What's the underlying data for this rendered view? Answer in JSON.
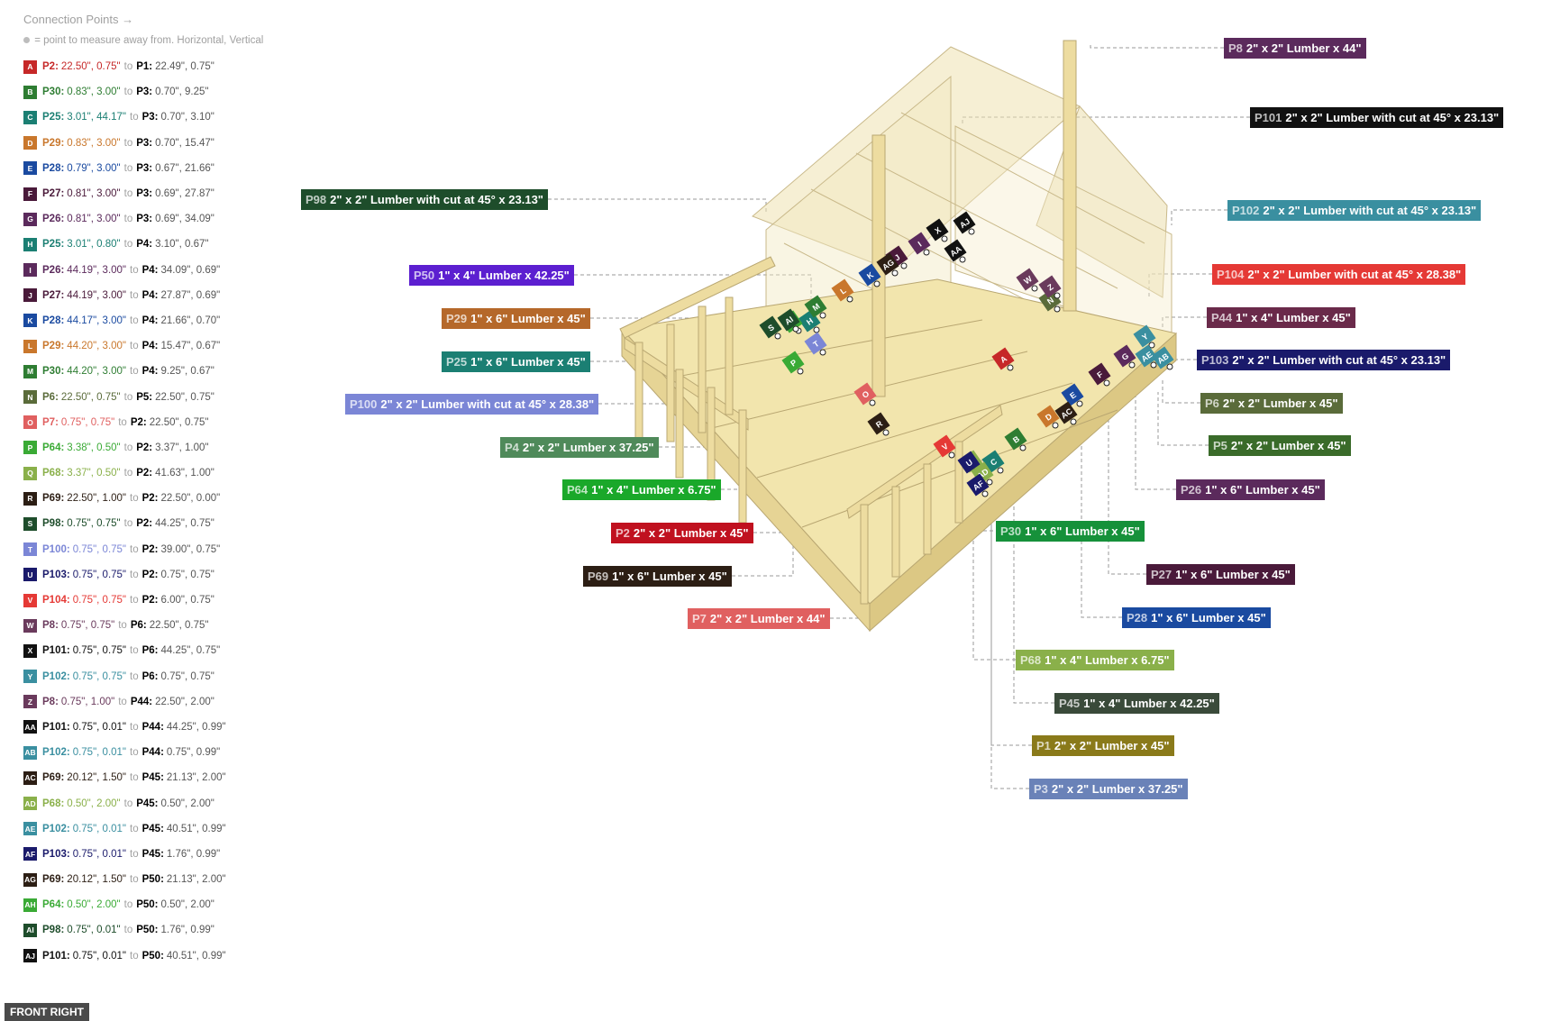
{
  "sidebar": {
    "title": "Connection Points →",
    "note": "= point to measure away from. Horizontal, Vertical",
    "to_word": "to",
    "connections": [
      {
        "tag": "A",
        "color": "#c62828",
        "p1": "P2:",
        "v1": "22.50\", 0.75\"",
        "p2": "P1:",
        "v2": "22.49\", 0.75\""
      },
      {
        "tag": "B",
        "color": "#2e7d32",
        "p1": "P30:",
        "v1": "0.83\", 3.00\"",
        "p2": "P3:",
        "v2": "0.70\", 9.25\""
      },
      {
        "tag": "C",
        "color": "#1b7f73",
        "p1": "P25:",
        "v1": "3.01\", 44.17\"",
        "p2": "P3:",
        "v2": "0.70\", 3.10\""
      },
      {
        "tag": "D",
        "color": "#c9772c",
        "p1": "P29:",
        "v1": "0.83\", 3.00\"",
        "p2": "P3:",
        "v2": "0.70\", 15.47\""
      },
      {
        "tag": "E",
        "color": "#1a4aa0",
        "p1": "P28:",
        "v1": "0.79\", 3.00\"",
        "p2": "P3:",
        "v2": "0.67\", 21.66\""
      },
      {
        "tag": "F",
        "color": "#4a1a3a",
        "p1": "P27:",
        "v1": "0.81\", 3.00\"",
        "p2": "P3:",
        "v2": "0.69\", 27.87\""
      },
      {
        "tag": "G",
        "color": "#5b2a5c",
        "p1": "P26:",
        "v1": "0.81\", 3.00\"",
        "p2": "P3:",
        "v2": "0.69\", 34.09\""
      },
      {
        "tag": "H",
        "color": "#1b7f73",
        "p1": "P25:",
        "v1": "3.01\", 0.80\"",
        "p2": "P4:",
        "v2": "3.10\", 0.67\""
      },
      {
        "tag": "I",
        "color": "#5b2a5c",
        "p1": "P26:",
        "v1": "44.19\", 3.00\"",
        "p2": "P4:",
        "v2": "34.09\", 0.69\""
      },
      {
        "tag": "J",
        "color": "#4a1a3a",
        "p1": "P27:",
        "v1": "44.19\", 3.00\"",
        "p2": "P4:",
        "v2": "27.87\", 0.69\""
      },
      {
        "tag": "K",
        "color": "#1a4aa0",
        "p1": "P28:",
        "v1": "44.17\", 3.00\"",
        "p2": "P4:",
        "v2": "21.66\", 0.70\""
      },
      {
        "tag": "L",
        "color": "#c9772c",
        "p1": "P29:",
        "v1": "44.20\", 3.00\"",
        "p2": "P4:",
        "v2": "15.47\", 0.67\""
      },
      {
        "tag": "M",
        "color": "#2e7d32",
        "p1": "P30:",
        "v1": "44.20\", 3.00\"",
        "p2": "P4:",
        "v2": "9.25\", 0.67\""
      },
      {
        "tag": "N",
        "color": "#5a6b3a",
        "p1": "P6:",
        "v1": "22.50\", 0.75\"",
        "p2": "P5:",
        "v2": "22.50\", 0.75\""
      },
      {
        "tag": "O",
        "color": "#e06060",
        "p1": "P7:",
        "v1": "0.75\", 0.75\"",
        "p2": "P2:",
        "v2": "22.50\", 0.75\""
      },
      {
        "tag": "P",
        "color": "#3aaa35",
        "p1": "P64:",
        "v1": "3.38\", 0.50\"",
        "p2": "P2:",
        "v2": "3.37\", 1.00\""
      },
      {
        "tag": "Q",
        "color": "#8ab04a",
        "p1": "P68:",
        "v1": "3.37\", 0.50\"",
        "p2": "P2:",
        "v2": "41.63\", 1.00\""
      },
      {
        "tag": "R",
        "color": "#2c1e14",
        "p1": "P69:",
        "v1": "22.50\", 1.00\"",
        "p2": "P2:",
        "v2": "22.50\", 0.00\""
      },
      {
        "tag": "S",
        "color": "#1e4d2b",
        "p1": "P98:",
        "v1": "0.75\", 0.75\"",
        "p2": "P2:",
        "v2": "44.25\", 0.75\""
      },
      {
        "tag": "T",
        "color": "#7b86d6",
        "p1": "P100:",
        "v1": "0.75\", 0.75\"",
        "p2": "P2:",
        "v2": "39.00\", 0.75\""
      },
      {
        "tag": "U",
        "color": "#1a1a6b",
        "p1": "P103:",
        "v1": "0.75\", 0.75\"",
        "p2": "P2:",
        "v2": "0.75\", 0.75\""
      },
      {
        "tag": "V",
        "color": "#e53935",
        "p1": "P104:",
        "v1": "0.75\", 0.75\"",
        "p2": "P2:",
        "v2": "6.00\", 0.75\""
      },
      {
        "tag": "W",
        "color": "#6a3a5c",
        "p1": "P8:",
        "v1": "0.75\", 0.75\"",
        "p2": "P6:",
        "v2": "22.50\", 0.75\""
      },
      {
        "tag": "X",
        "color": "#111111",
        "p1": "P101:",
        "v1": "0.75\", 0.75\"",
        "p2": "P6:",
        "v2": "44.25\", 0.75\""
      },
      {
        "tag": "Y",
        "color": "#3a8fa0",
        "p1": "P102:",
        "v1": "0.75\", 0.75\"",
        "p2": "P6:",
        "v2": "0.75\", 0.75\""
      },
      {
        "tag": "Z",
        "color": "#6a3a5c",
        "p1": "P8:",
        "v1": "0.75\", 1.00\"",
        "p2": "P44:",
        "v2": "22.50\", 2.00\""
      },
      {
        "tag": "AA",
        "color": "#111111",
        "p1": "P101:",
        "v1": "0.75\", 0.01\"",
        "p2": "P44:",
        "v2": "44.25\", 0.99\""
      },
      {
        "tag": "AB",
        "color": "#3a8fa0",
        "p1": "P102:",
        "v1": "0.75\", 0.01\"",
        "p2": "P44:",
        "v2": "0.75\", 0.99\""
      },
      {
        "tag": "AC",
        "color": "#2c1e14",
        "p1": "P69:",
        "v1": "20.12\", 1.50\"",
        "p2": "P45:",
        "v2": "21.13\", 2.00\""
      },
      {
        "tag": "AD",
        "color": "#8ab04a",
        "p1": "P68:",
        "v1": "0.50\", 2.00\"",
        "p2": "P45:",
        "v2": "0.50\", 2.00\""
      },
      {
        "tag": "AE",
        "color": "#3a8fa0",
        "p1": "P102:",
        "v1": "0.75\", 0.01\"",
        "p2": "P45:",
        "v2": "40.51\", 0.99\""
      },
      {
        "tag": "AF",
        "color": "#1a1a6b",
        "p1": "P103:",
        "v1": "0.75\", 0.01\"",
        "p2": "P45:",
        "v2": "1.76\", 0.99\""
      },
      {
        "tag": "AG",
        "color": "#2c1e14",
        "p1": "P69:",
        "v1": "20.12\", 1.50\"",
        "p2": "P50:",
        "v2": "21.13\", 2.00\""
      },
      {
        "tag": "AH",
        "color": "#3aaa35",
        "p1": "P64:",
        "v1": "0.50\", 2.00\"",
        "p2": "P50:",
        "v2": "0.50\", 2.00\""
      },
      {
        "tag": "AI",
        "color": "#1e4d2b",
        "p1": "P98:",
        "v1": "0.75\", 0.01\"",
        "p2": "P50:",
        "v2": "1.76\", 0.99\""
      },
      {
        "tag": "AJ",
        "color": "#111111",
        "p1": "P101:",
        "v1": "0.75\", 0.01\"",
        "p2": "P50:",
        "v2": "40.51\", 0.99\""
      }
    ]
  },
  "part_labels": [
    {
      "id": "P8",
      "desc": "2\" x 2\" Lumber x 44\"",
      "color": "#5b2a5c"
    },
    {
      "id": "P101",
      "desc": "2\" x 2\" Lumber with cut at 45° x 23.13\"",
      "color": "#111111"
    },
    {
      "id": "P98",
      "desc": "2\" x 2\" Lumber with cut at 45° x 23.13\"",
      "color": "#1e4d2b"
    },
    {
      "id": "P102",
      "desc": "2\" x 2\" Lumber with cut at 45° x 23.13\"",
      "color": "#3a8fa0"
    },
    {
      "id": "P50",
      "desc": "1\" x 4\" Lumber  x 42.25\"",
      "color": "#5c1fd0"
    },
    {
      "id": "P104",
      "desc": "2\" x 2\" Lumber with cut at 45° x 28.38\"",
      "color": "#e53935"
    },
    {
      "id": "P29",
      "desc": "1\" x 6\" Lumber x 45\"",
      "color": "#b5682a"
    },
    {
      "id": "P44",
      "desc": "1\" x 4\" Lumber x 45\"",
      "color": "#6a2a4a"
    },
    {
      "id": "P25",
      "desc": "1\" x 6\" Lumber x 45\"",
      "color": "#1b7f73"
    },
    {
      "id": "P103",
      "desc": "2\" x 2\" Lumber with cut at 45° x 23.13\"",
      "color": "#1a1a6b"
    },
    {
      "id": "P100",
      "desc": "2\" x 2\" Lumber with cut at 45° x 28.38\"",
      "color": "#7b86d6"
    },
    {
      "id": "P6",
      "desc": "2\" x 2\" Lumber x 45\"",
      "color": "#5a6b3a"
    },
    {
      "id": "P4",
      "desc": "2\" x 2\" Lumber x 37.25\"",
      "color": "#4f8a5a"
    },
    {
      "id": "P5",
      "desc": "2\" x 2\" Lumber x 45\"",
      "color": "#3a6b2a"
    },
    {
      "id": "P64",
      "desc": "1\" x 4\" Lumber  x 6.75\"",
      "color": "#1aa82a"
    },
    {
      "id": "P26",
      "desc": "1\" x 6\" Lumber x 45\"",
      "color": "#5b2a5c"
    },
    {
      "id": "P2",
      "desc": "2\" x 2\" Lumber x 45\"",
      "color": "#c0111f"
    },
    {
      "id": "P30",
      "desc": "1\" x 6\" Lumber x 45\"",
      "color": "#16913a"
    },
    {
      "id": "P69",
      "desc": "1\" x 6\" Lumber x 45\"",
      "color": "#2c1e14"
    },
    {
      "id": "P27",
      "desc": "1\" x 6\" Lumber x 45\"",
      "color": "#4a1a3a"
    },
    {
      "id": "P7",
      "desc": "2\" x 2\" Lumber x 44\"",
      "color": "#e06060"
    },
    {
      "id": "P28",
      "desc": "1\" x 6\" Lumber x 45\"",
      "color": "#1a4aa0"
    },
    {
      "id": "P68",
      "desc": "1\" x 4\" Lumber  x 6.75\"",
      "color": "#8ab04a"
    },
    {
      "id": "P45",
      "desc": "1\" x 4\" Lumber  x 42.25\"",
      "color": "#3a4a3a"
    },
    {
      "id": "P1",
      "desc": "2\" x 2\" Lumber x 45\"",
      "color": "#8a7a1a"
    },
    {
      "id": "P3",
      "desc": "2\" x 2\" Lumber x 37.25\"",
      "color": "#6a82b8"
    }
  ],
  "view_label": "FRONT RIGHT",
  "colors": {
    "wood_fill": "#efe2b0",
    "wood_stroke": "#c9b98a",
    "leader_line": "#9a9a9a"
  }
}
